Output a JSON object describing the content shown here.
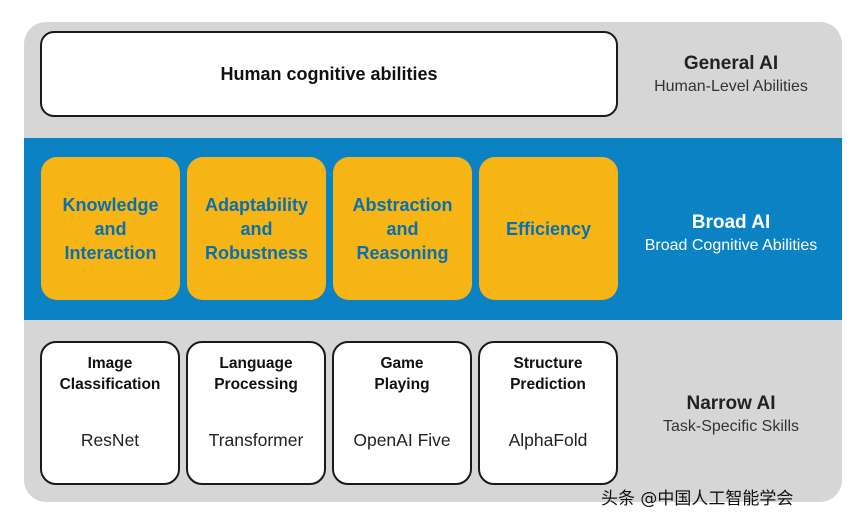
{
  "general": {
    "box_text": "Human cognitive abilities",
    "title": "General AI",
    "subtitle": "Human-Level Abilities"
  },
  "broad": {
    "title": "Broad AI",
    "subtitle": "Broad Cognitive Abilities",
    "abilities": [
      "Knowledge\nand\nInteraction",
      "Adaptability\nand\nRobustness",
      "Abstraction\nand\nReasoning",
      "Efficiency"
    ]
  },
  "narrow": {
    "title": "Narrow AI",
    "subtitle": "Task-Specific Skills",
    "skills": [
      {
        "task": "Image\nClassification",
        "model": "ResNet"
      },
      {
        "task": "Language\nProcessing",
        "model": "Transformer"
      },
      {
        "task": "Game\nPlaying",
        "model": "OpenAI Five"
      },
      {
        "task": "Structure\nPrediction",
        "model": "AlphaFold"
      }
    ]
  },
  "watermark": "头条 @中国人工智能学会",
  "colors": {
    "panel": "#d6d6d6",
    "broad_band": "#0a82c4",
    "ability_box": "#f6b514",
    "ability_text": "#0a6fae"
  }
}
